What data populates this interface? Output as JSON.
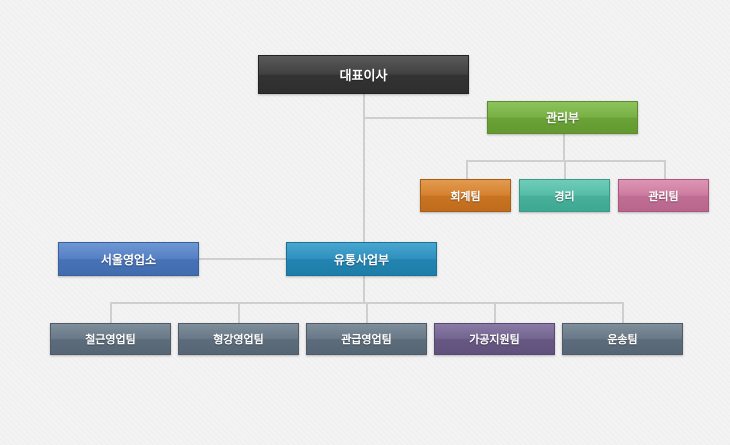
{
  "org_chart": {
    "ceo": "대표이사",
    "admin_dept": {
      "label": "관리부",
      "teams": [
        "회계팀",
        "경리",
        "관리팀"
      ]
    },
    "distribution_dept": {
      "label": "유통사업부",
      "branch": "서울영업소",
      "teams": [
        "철근영업팀",
        "형강영업팀",
        "관급영업팀",
        "가공지원팀",
        "운송팀"
      ]
    }
  }
}
